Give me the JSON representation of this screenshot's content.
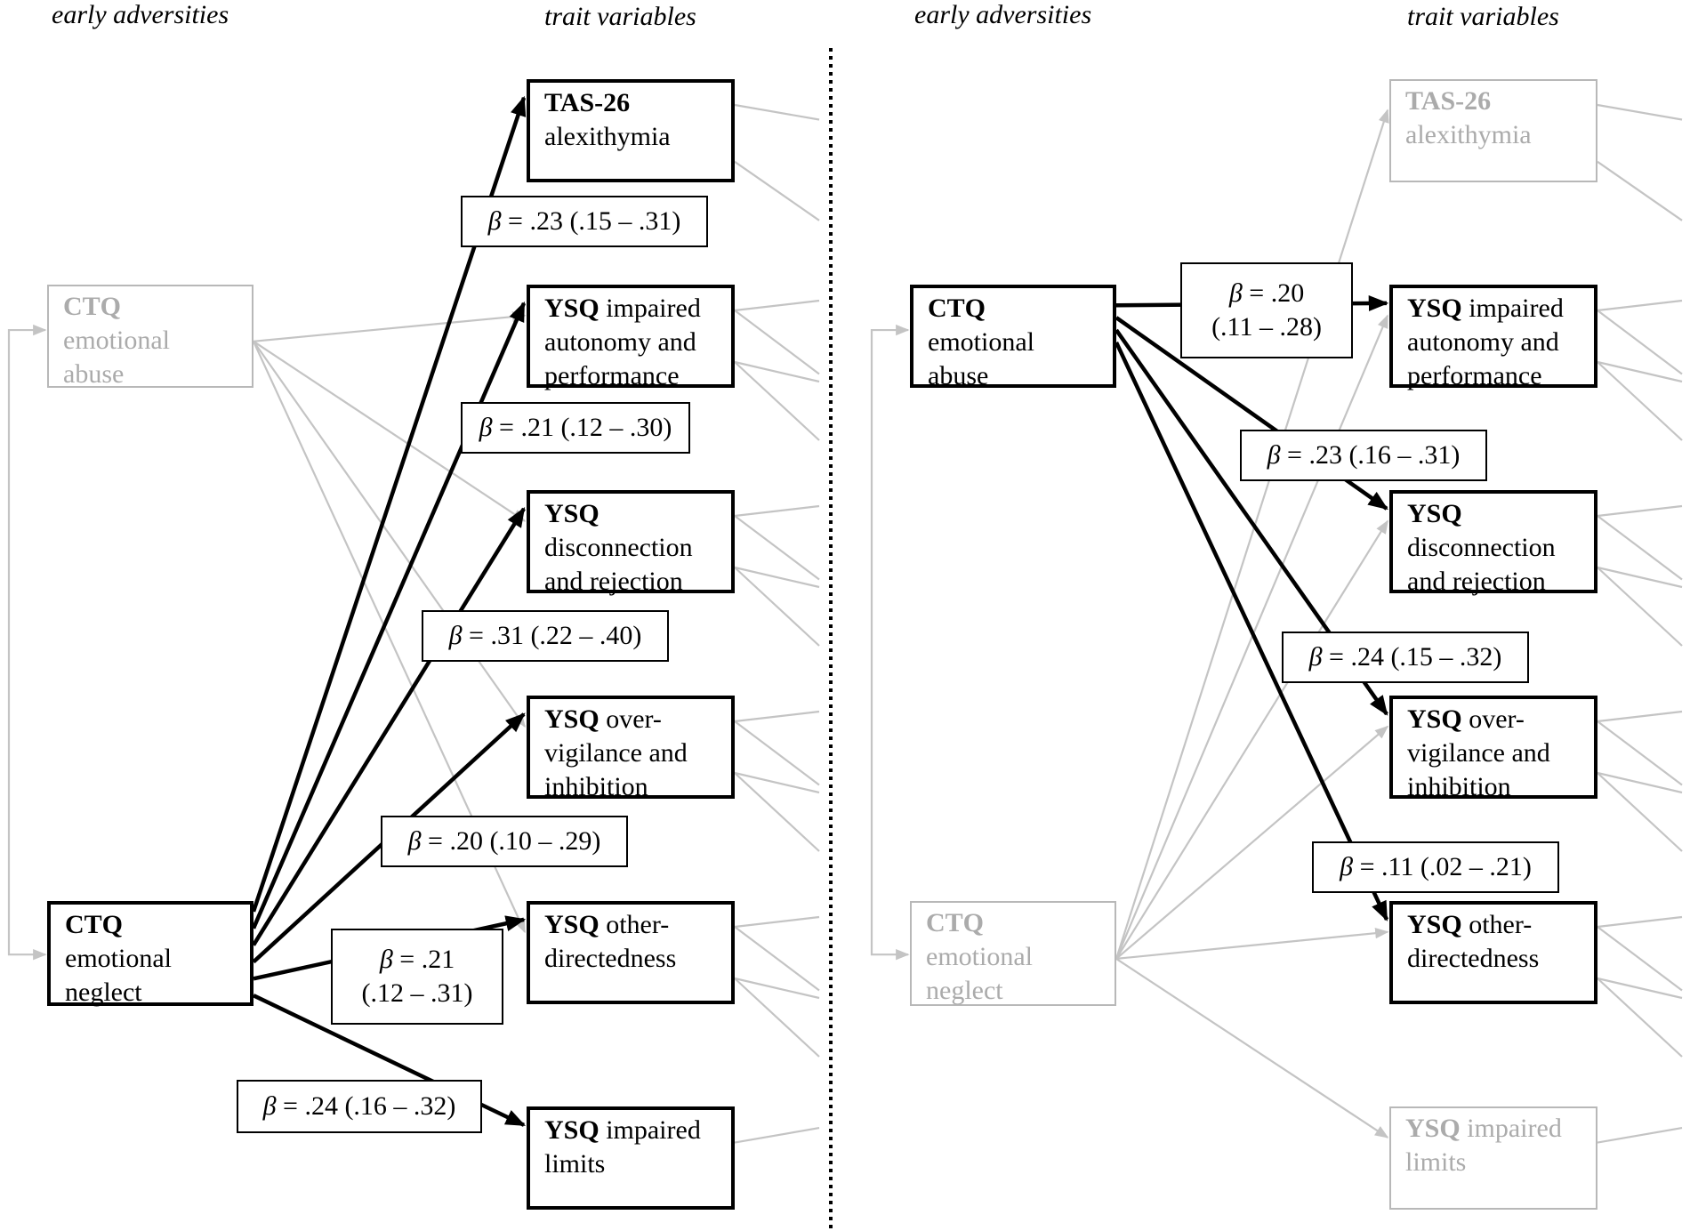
{
  "panels": [
    {
      "id": "left",
      "column_titles": {
        "left": "early adversities",
        "right": "trait variables"
      },
      "sources": [
        {
          "id": "ctq-abuse",
          "bold": "CTQ",
          "lines": [
            "emotional",
            "abuse"
          ],
          "highlighted": false
        },
        {
          "id": "ctq-neglect",
          "bold": "CTQ",
          "lines": [
            "emotional",
            "neglect"
          ],
          "highlighted": true
        }
      ],
      "targets": [
        {
          "id": "tas26",
          "bold": "TAS-26",
          "after_bold": "",
          "lines": [
            "alexithymia"
          ],
          "highlighted": true
        },
        {
          "id": "ysq-autonomy",
          "bold": "YSQ",
          "after_bold": " impaired",
          "lines": [
            "autonomy and",
            "performance"
          ],
          "highlighted": true
        },
        {
          "id": "ysq-disconnection",
          "bold": "YSQ",
          "after_bold": "",
          "lines": [
            "disconnection",
            "and rejection"
          ],
          "highlighted": true
        },
        {
          "id": "ysq-overvigilance",
          "bold": "YSQ",
          "after_bold": " over-",
          "lines": [
            "vigilance and",
            "inhibition"
          ],
          "highlighted": true
        },
        {
          "id": "ysq-otherdirectedness",
          "bold": "YSQ",
          "after_bold": " other-",
          "lines": [
            "directedness"
          ],
          "highlighted": true
        },
        {
          "id": "ysq-limits",
          "bold": "YSQ",
          "after_bold": " impaired",
          "lines": [
            "limits"
          ],
          "highlighted": true
        }
      ],
      "paths": [
        {
          "from": "ctq-neglect",
          "to": "tas26",
          "beta": ".23",
          "ci": [
            "(.15 – .31)"
          ]
        },
        {
          "from": "ctq-neglect",
          "to": "ysq-autonomy",
          "beta": ".21",
          "ci": [
            "(.12 – .30)"
          ]
        },
        {
          "from": "ctq-neglect",
          "to": "ysq-disconnection",
          "beta": ".31",
          "ci": [
            "(.22 – .40)"
          ]
        },
        {
          "from": "ctq-neglect",
          "to": "ysq-overvigilance",
          "beta": ".20",
          "ci": [
            "(.10 – .29)"
          ]
        },
        {
          "from": "ctq-neglect",
          "to": "ysq-otherdirectedness",
          "beta": ".21",
          "ci": [
            "(.12 – .31)"
          ],
          "two_line": true
        },
        {
          "from": "ctq-neglect",
          "to": "ysq-limits",
          "beta": ".24",
          "ci": [
            "(.16 – .32)"
          ]
        }
      ],
      "faded_paths": [
        {
          "from": "ctq-abuse",
          "to": "ysq-autonomy"
        },
        {
          "from": "ctq-abuse",
          "to": "ysq-disconnection"
        },
        {
          "from": "ctq-abuse",
          "to": "ysq-overvigilance"
        },
        {
          "from": "ctq-abuse",
          "to": "ysq-otherdirectedness"
        }
      ]
    },
    {
      "id": "right",
      "column_titles": {
        "left": "early adversities",
        "right": "trait variables"
      },
      "sources": [
        {
          "id": "ctq-abuse",
          "bold": "CTQ",
          "lines": [
            "emotional",
            "abuse"
          ],
          "highlighted": true
        },
        {
          "id": "ctq-neglect",
          "bold": "CTQ",
          "lines": [
            "emotional",
            "neglect"
          ],
          "highlighted": false
        }
      ],
      "targets": [
        {
          "id": "tas26",
          "bold": "TAS-26",
          "after_bold": "",
          "lines": [
            "alexithymia"
          ],
          "highlighted": false
        },
        {
          "id": "ysq-autonomy",
          "bold": "YSQ",
          "after_bold": " impaired",
          "lines": [
            "autonomy and",
            "performance"
          ],
          "highlighted": true
        },
        {
          "id": "ysq-disconnection",
          "bold": "YSQ",
          "after_bold": "",
          "lines": [
            "disconnection",
            "and rejection"
          ],
          "highlighted": true
        },
        {
          "id": "ysq-overvigilance",
          "bold": "YSQ",
          "after_bold": " over-",
          "lines": [
            "vigilance and",
            "inhibition"
          ],
          "highlighted": true
        },
        {
          "id": "ysq-otherdirectedness",
          "bold": "YSQ",
          "after_bold": " other-",
          "lines": [
            "directedness"
          ],
          "highlighted": true
        },
        {
          "id": "ysq-limits",
          "bold": "YSQ",
          "after_bold": " impaired",
          "lines": [
            "limits"
          ],
          "highlighted": false
        }
      ],
      "paths": [
        {
          "from": "ctq-abuse",
          "to": "ysq-autonomy",
          "beta": ".20",
          "ci": [
            "(.11 – .28)"
          ],
          "two_line": true
        },
        {
          "from": "ctq-abuse",
          "to": "ysq-disconnection",
          "beta": ".23",
          "ci": [
            "(.16 – .31)"
          ]
        },
        {
          "from": "ctq-abuse",
          "to": "ysq-overvigilance",
          "beta": ".24",
          "ci": [
            "(.15 – .32)"
          ]
        },
        {
          "from": "ctq-abuse",
          "to": "ysq-otherdirectedness",
          "beta": ".11",
          "ci": [
            "(.02 – .21)"
          ]
        }
      ],
      "faded_paths": [
        {
          "from": "ctq-neglect",
          "to": "tas26"
        },
        {
          "from": "ctq-neglect",
          "to": "ysq-autonomy"
        },
        {
          "from": "ctq-neglect",
          "to": "ysq-disconnection"
        },
        {
          "from": "ctq-neglect",
          "to": "ysq-overvigilance"
        },
        {
          "from": "ctq-neglect",
          "to": "ysq-otherdirectedness"
        },
        {
          "from": "ctq-neglect",
          "to": "ysq-limits"
        }
      ]
    }
  ],
  "beta_symbol": "β",
  "colors": {
    "highlight": "#000000",
    "faded_box": "#b8b8b8",
    "faded_text": "#ababab",
    "faded_line": "#c4c4c4"
  }
}
